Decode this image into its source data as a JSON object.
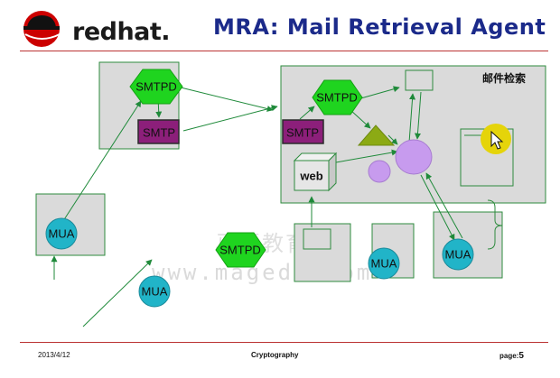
{
  "header": {
    "brand": "redhat.",
    "title": "MRA: Mail Retrieval Agent"
  },
  "diagram": {
    "nodes": {
      "smtpd_top": "SMTPD",
      "smtp_top": "SMTP",
      "smtpd_right": "SMTPD",
      "smtp_right": "SMTP",
      "web": "web",
      "mua_left": "MUA",
      "smtpd_bottom": "SMTPD",
      "mua_bottom": "MUA",
      "mua_mid": "MUA",
      "mua_right": "MUA"
    },
    "right_box_label": "邮件检索"
  },
  "watermark": {
    "line1": "马哥教育",
    "line2": "www.magedu.com"
  },
  "footer": {
    "date": "2013/4/12",
    "center": "Cryptography",
    "page_label": "page:",
    "page_number": "5"
  },
  "colors": {
    "title_blue": "#1b2a8a",
    "rule_red": "#b33333",
    "hex_green": "#1fd41f",
    "smtp_purple": "#8c1f7a",
    "mua_teal": "#21b4c8",
    "triangle_olive": "#8caa14",
    "circle_lavender": "#c79bee",
    "cursor_yellow": "#e5d40a",
    "arrow_green": "#1f8a3a"
  }
}
